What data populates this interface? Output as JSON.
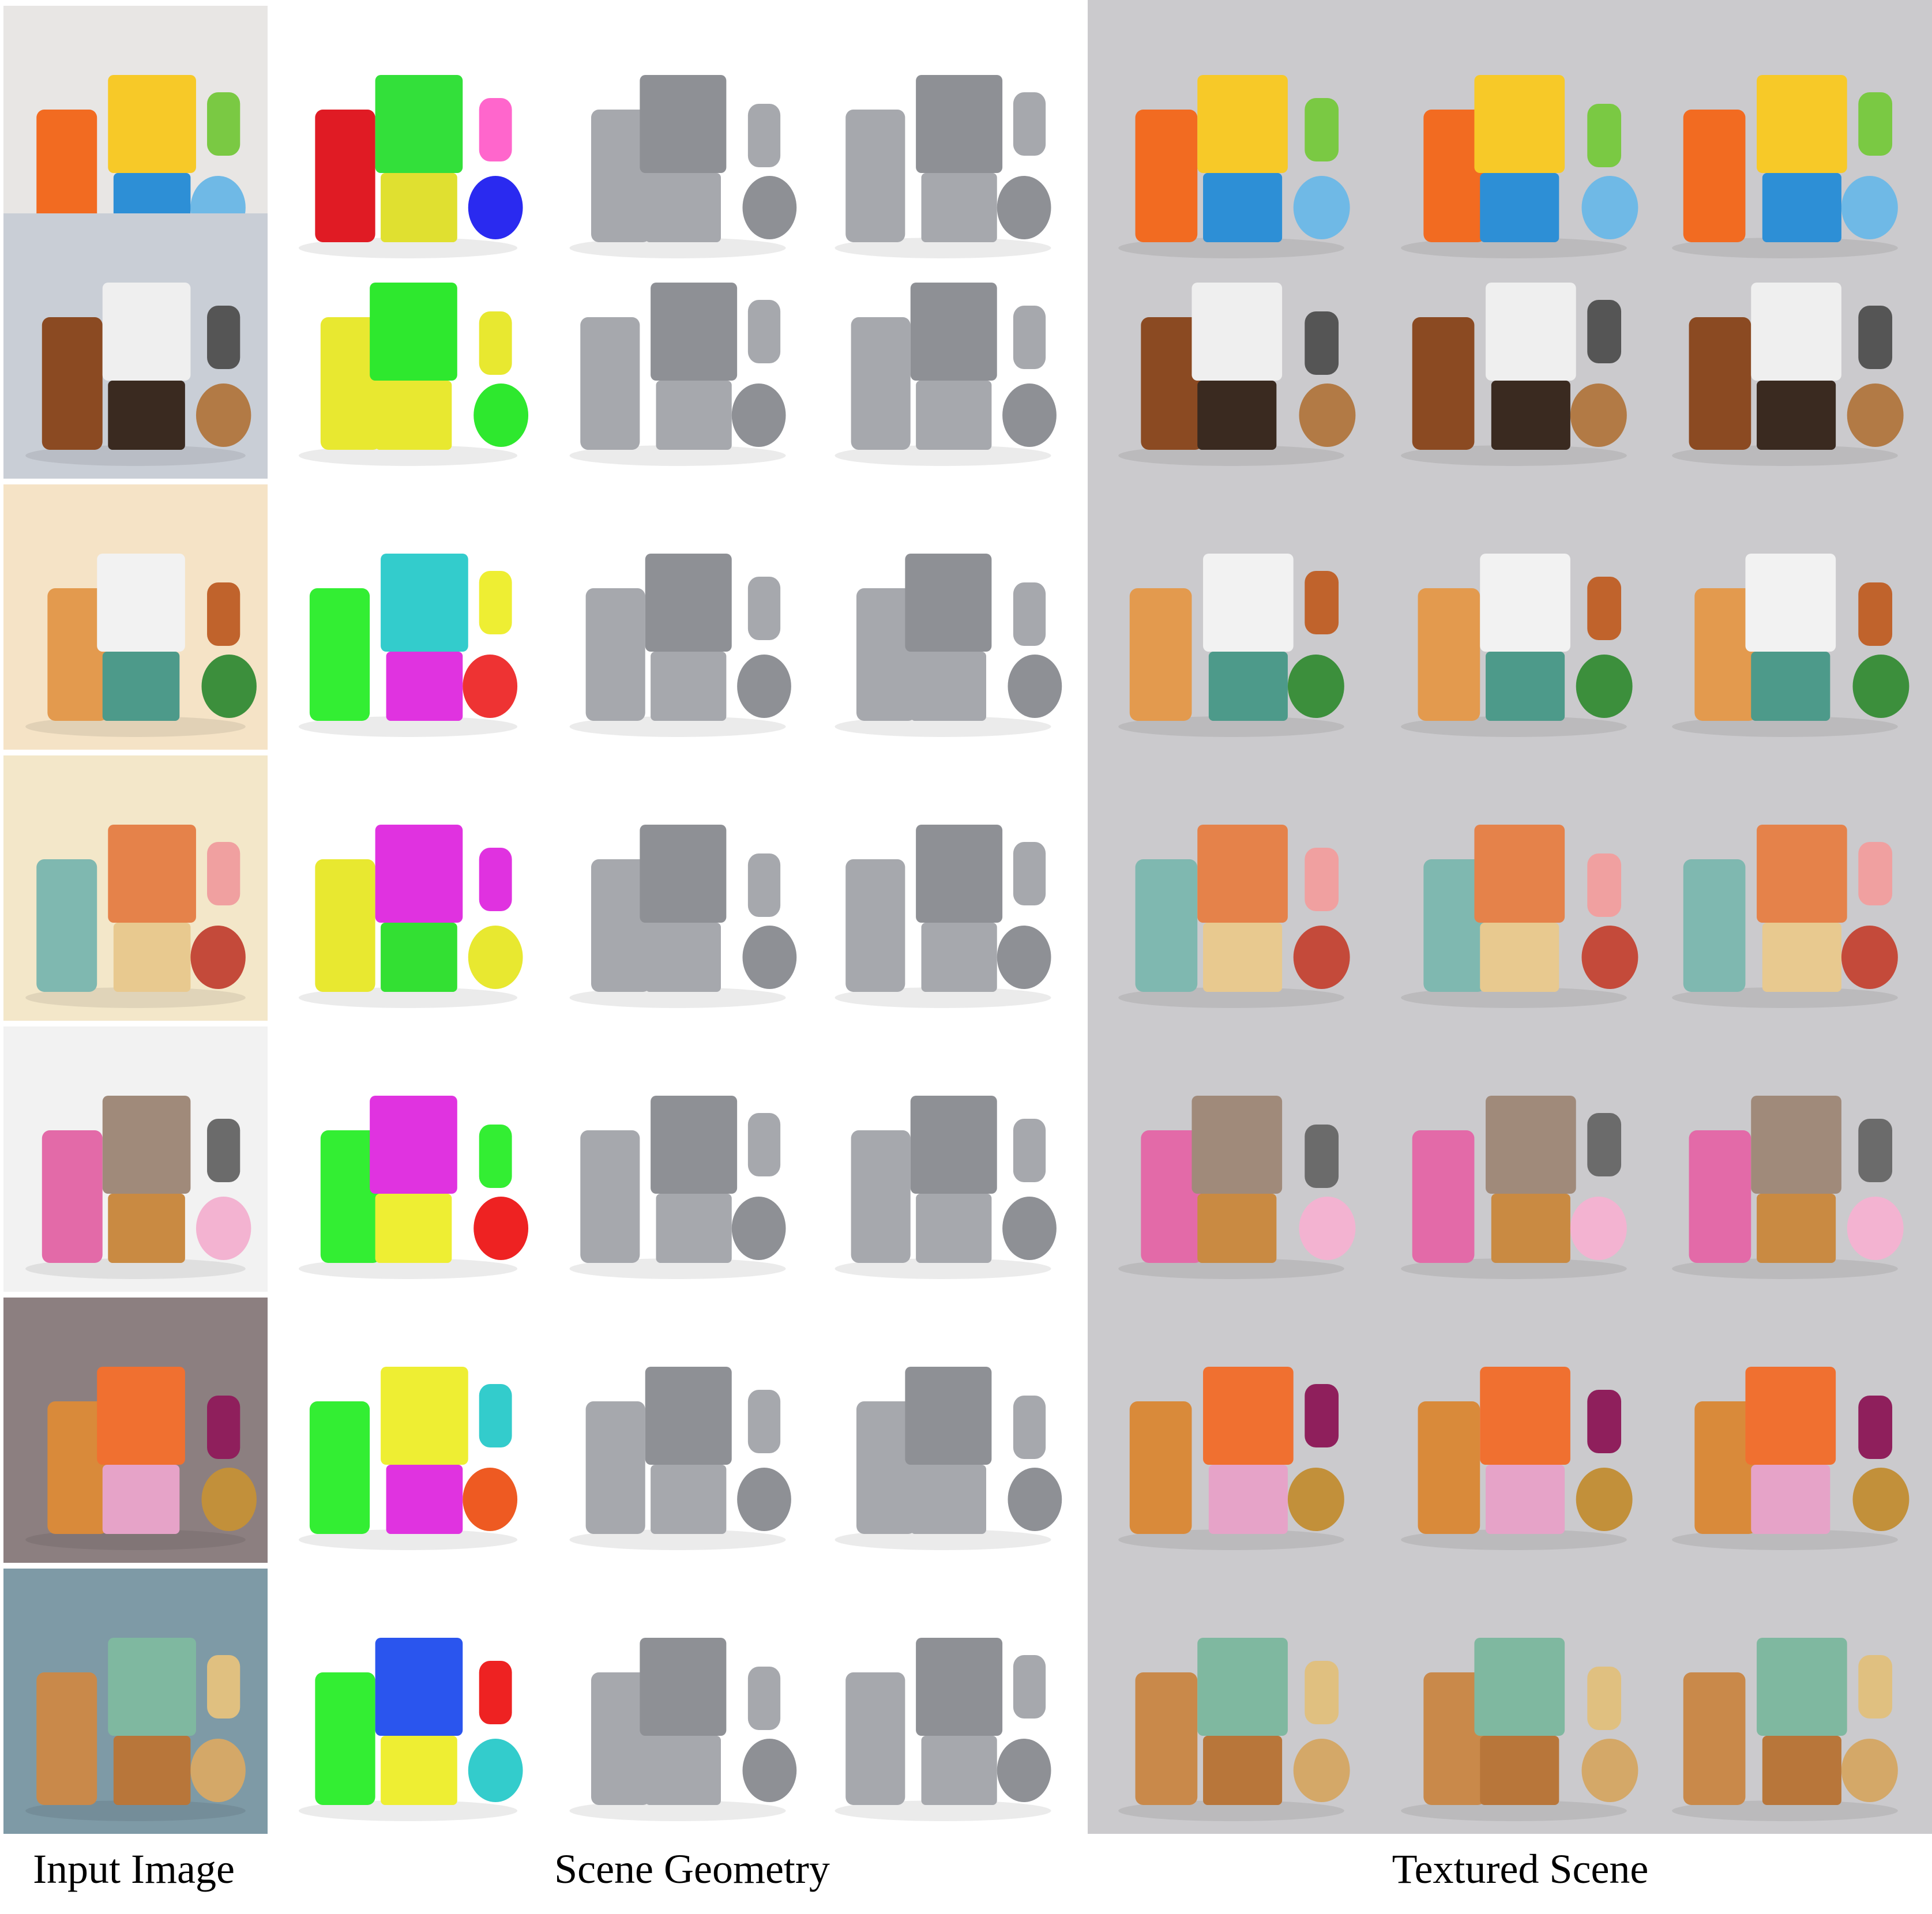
{
  "captions": {
    "input": "Input Image",
    "geometry": "Scene Geometry",
    "textured": "Textured Scene"
  },
  "columns": [
    "input-image",
    "segmented-geometry",
    "geometry-view-1",
    "geometry-view-2",
    "textured-view-1",
    "textured-view-2",
    "textured-view-3"
  ],
  "rows": [
    {
      "id": "desk-objects",
      "input_bg": "#e8e6e4",
      "palette": [
        "#f26b21",
        "#f7c928",
        "#2d8fd6",
        "#6fb9e6",
        "#7ac943"
      ],
      "seg": [
        "#e01b24",
        "#33e03a",
        "#e0e030",
        "#2a2af0",
        "#ff66cc"
      ]
    },
    {
      "id": "astronaut-horse",
      "input_bg": "#c9ced6",
      "palette": [
        "#8b4a22",
        "#efefef",
        "#3a2a20",
        "#b27a45",
        "#555555"
      ],
      "seg": [
        "#e8e830",
        "#2ee82e",
        "#e8e830",
        "#2ee82e",
        "#e8e830"
      ]
    },
    {
      "id": "bedroom-mirror",
      "input_bg": "#f5e3c6",
      "palette": [
        "#e39a4e",
        "#f2f2f2",
        "#4d9a8a",
        "#3c8f3c",
        "#c0632c"
      ],
      "seg": [
        "#33ee33",
        "#33cccc",
        "#e033e0",
        "#ee3333",
        "#eeee33"
      ]
    },
    {
      "id": "jeep-house-girl",
      "input_bg": "#f3e7c9",
      "palette": [
        "#7fb8b0",
        "#e5824a",
        "#e8c98f",
        "#c44a3a",
        "#f0a0a0"
      ],
      "seg": [
        "#e8e830",
        "#e032e0",
        "#33e033",
        "#e8e830",
        "#e032e0"
      ]
    },
    {
      "id": "pink-bedroom",
      "input_bg": "#f2f2f2",
      "palette": [
        "#e36aa8",
        "#a08a7a",
        "#c98a42",
        "#f3b3d1",
        "#6b6b6b"
      ],
      "seg": [
        "#33ee33",
        "#e033e0",
        "#eeee33",
        "#ee2222",
        "#33ee33"
      ]
    },
    {
      "id": "living-room-lamp",
      "input_bg": "#8c7f80",
      "palette": [
        "#d98a3a",
        "#f07030",
        "#e6a3c8",
        "#c2903a",
        "#8f1f5c"
      ],
      "seg": [
        "#33ee33",
        "#eeee33",
        "#e033e0",
        "#ee5a22",
        "#33cccc"
      ]
    },
    {
      "id": "wardrobe-room",
      "input_bg": "#7e9aa6",
      "palette": [
        "#c9894a",
        "#7fb8a0",
        "#b8763a",
        "#d4a868",
        "#e0c080"
      ],
      "seg": [
        "#33ee33",
        "#2a55ee",
        "#eeee33",
        "#33cccc",
        "#ee2222"
      ]
    }
  ]
}
